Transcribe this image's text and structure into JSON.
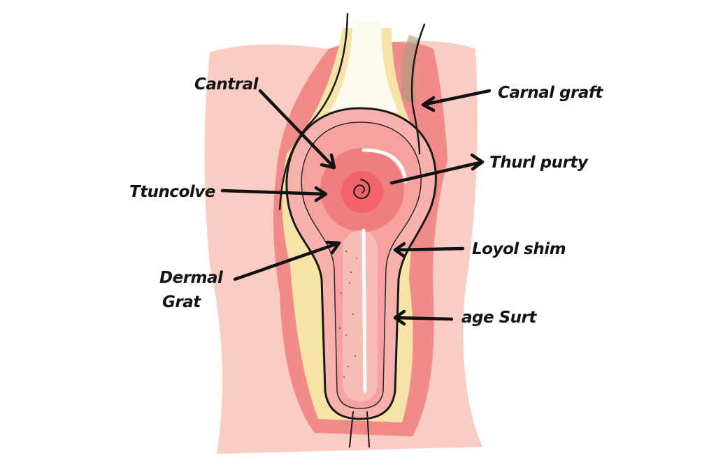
{
  "labels": {
    "cantral": "Cantral",
    "carnal_graft": "Carnal graft",
    "thurl_purty": "Thurl purty",
    "ttuncolve": "Ttuncolve",
    "loyol_shim": "Loyol shim",
    "dermal_grat_line1": "Dermal",
    "dermal_grat_line2": "Grat",
    "age_surt": "age Surt"
  },
  "colors": {
    "skin": "#f9cdc4",
    "red_band": "#ee7f80",
    "yellow_band": "#f6e3a8",
    "inner": "#f6a2a0",
    "core": "#f07a7c",
    "ink": "#141414"
  }
}
